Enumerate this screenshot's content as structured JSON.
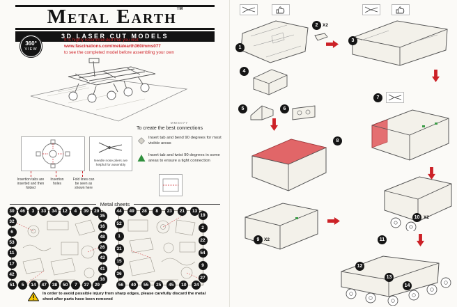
{
  "brand": {
    "title": "Metal Earth",
    "trademark": "TM",
    "subtitle": "3D LASER CUT MODELS",
    "badge_360_line1": "360°",
    "badge_360_line2": "VIEW"
  },
  "visit_note": {
    "line1": "It is highly recommended that you visit",
    "line2": "www.fascinations.com/metalearth360/mms077",
    "line3": "to see the completed model before assembling your own"
  },
  "model": {
    "caption": "MMS077"
  },
  "connections": {
    "heading": "To create the best connections",
    "bend_note": "Insert tab and bend 90 degrees for most visible areas",
    "twist_note": "Insert tab and twist 90 degrees in some areas to ensure a tight connection",
    "pliers_note": "Needle nose pliers are helpful for assembly",
    "label_tabs": "Insertion tabs are inserted and then folded",
    "label_holes": "Insertion holes",
    "label_fold": "Fold lines can be seen as shown here"
  },
  "metal_sheets": {
    "heading": "Metal sheets",
    "sheet1_numbers": [
      30,
      46,
      3,
      33,
      34,
      12,
      4,
      39,
      20,
      35,
      16,
      48,
      26,
      43,
      41,
      18,
      29,
      37,
      7,
      50,
      38,
      47,
      14,
      5,
      51,
      42,
      17,
      11,
      53,
      6,
      32
    ],
    "sheet2_numbers": [
      44,
      49,
      28,
      8,
      23,
      21,
      13,
      19,
      2,
      22,
      54,
      9,
      27,
      24,
      10,
      45,
      25,
      55,
      40,
      56,
      36,
      15,
      31,
      1,
      52
    ]
  },
  "warning": {
    "text": "In order to avoid possible injury from sharp edges, please carefully discard the metal sheet after parts have been removed"
  },
  "steps": {
    "n1": "1",
    "n2": "2",
    "n3": "3",
    "n4": "4",
    "n5": "5",
    "n6": "6",
    "n7": "7",
    "n8": "8",
    "n9": "9",
    "n10": "10",
    "n11": "11",
    "n12": "12",
    "n13": "13",
    "n14": "14",
    "x2": "X2"
  },
  "icons": {
    "pliers": "pliers-icon",
    "thumbs_up": "thumbs-up-icon",
    "warning": "warning-triangle-icon",
    "bend": "bend-tab-icon",
    "twist": "twist-tab-icon",
    "arrow": "red-arrow-icon"
  },
  "colors": {
    "accent_red": "#cc2127",
    "note_green": "#2f8f3c",
    "warning_yellow": "#f6c700"
  }
}
